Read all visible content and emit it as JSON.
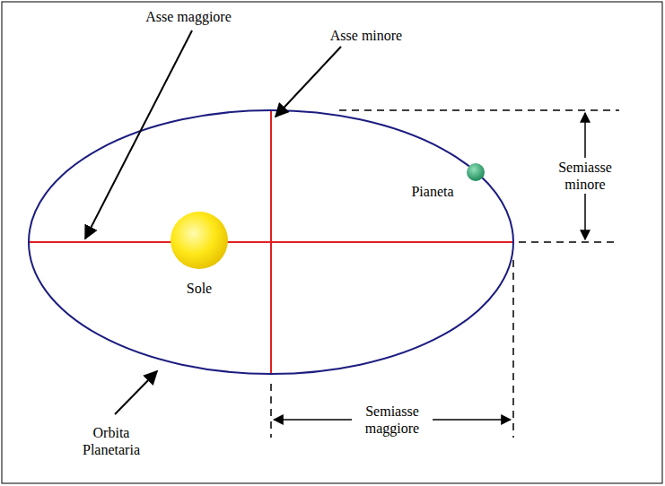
{
  "diagram": {
    "labels": [
      "Asse maggiore",
      "Asse minore",
      "Semiasse minore",
      "Pianeta",
      "Sole",
      "Orbita Planetaria",
      "Semiasse maggiore"
    ]
  }
}
